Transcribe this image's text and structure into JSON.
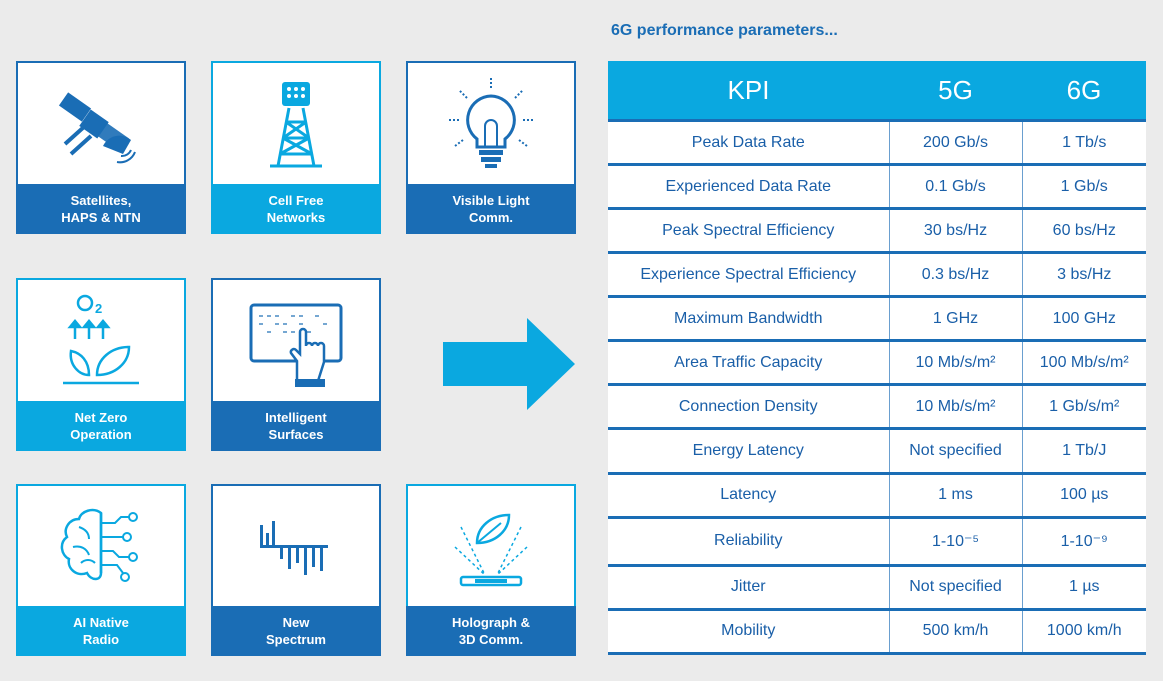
{
  "tiles": [
    {
      "label": "Satellites,\nHAPS & NTN",
      "icon": "satellite-icon"
    },
    {
      "label": "Cell Free\nNetworks",
      "icon": "cell-tower-icon"
    },
    {
      "label": "Visible Light\nComm.",
      "icon": "light-bulb-icon"
    },
    {
      "label": "Net Zero\nOperation",
      "icon": "net-zero-leaf-icon"
    },
    {
      "label": "Intelligent\nSurfaces",
      "icon": "touch-surface-icon"
    },
    {
      "label": "AI Native\nRadio",
      "icon": "ai-brain-icon"
    },
    {
      "label": "New\nSpectrum",
      "icon": "spectrum-bars-icon"
    },
    {
      "label": "Holograph &\n3D Comm.",
      "icon": "hologram-icon"
    }
  ],
  "colors": {
    "dark_blue": "#1a6db5",
    "light_blue": "#0aa8e0",
    "background": "#ebebeb"
  },
  "table": {
    "title": "6G performance parameters...",
    "headers": [
      "KPI",
      "5G",
      "6G"
    ],
    "rows": [
      [
        "Peak Data Rate",
        "200 Gb/s",
        "1 Tb/s"
      ],
      [
        "Experienced Data Rate",
        "0.1 Gb/s",
        "1 Gb/s"
      ],
      [
        "Peak Spectral Efficiency",
        "30 bs/Hz",
        "60 bs/Hz"
      ],
      [
        "Experience Spectral Efficiency",
        "0.3 bs/Hz",
        "3 bs/Hz"
      ],
      [
        "Maximum Bandwidth",
        "1 GHz",
        "100 GHz"
      ],
      [
        "Area Traffic Capacity",
        "10 Mb/s/m²",
        "100 Mb/s/m²"
      ],
      [
        "Connection Density",
        "10 Mb/s/m²",
        "1 Gb/s/m²"
      ],
      [
        "Energy Latency",
        "Not specified",
        "1 Tb/J"
      ],
      [
        "Latency",
        "1 ms",
        "100 µs"
      ],
      [
        "Reliability",
        "1-10⁻⁵",
        "1-10⁻⁹"
      ],
      [
        "Jitter",
        "Not specified",
        "1 µs"
      ],
      [
        "Mobility",
        "500 km/h",
        "1000 km/h"
      ]
    ]
  }
}
